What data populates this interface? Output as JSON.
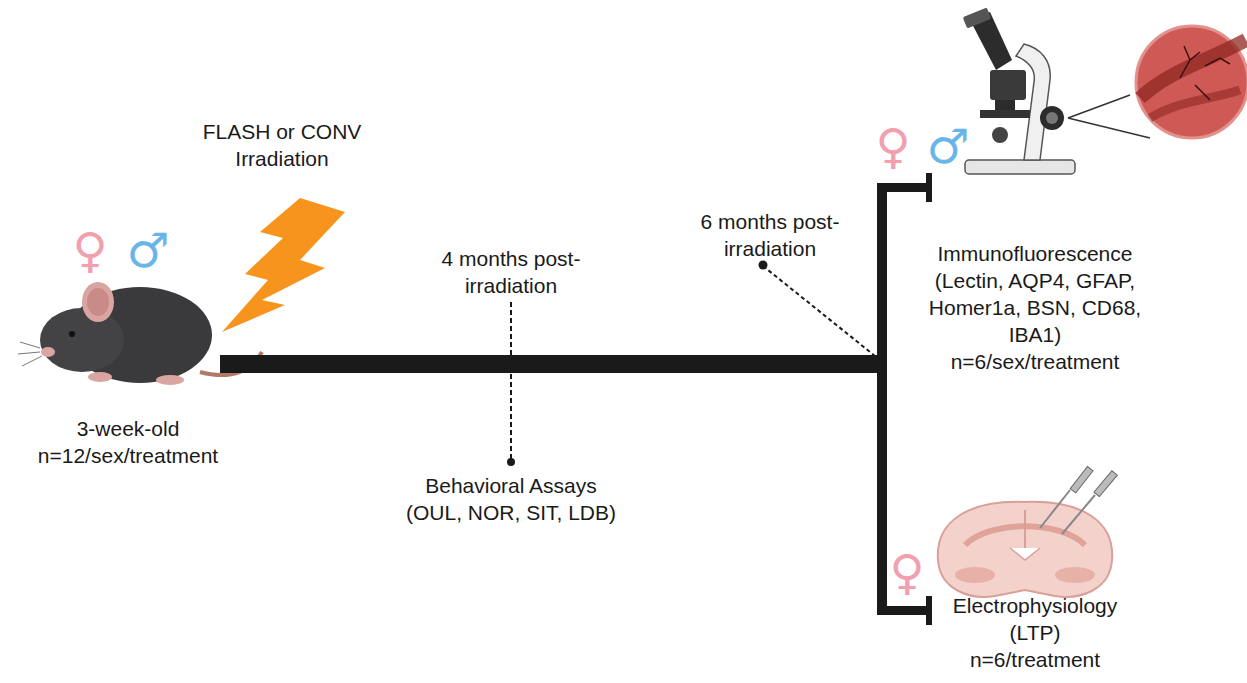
{
  "diagram": {
    "labels": [
      "♀",
      "♂",
      "FLASH or CONV Irradiation",
      "3-week-old",
      "n=12/sex/treatment",
      "4 months post-irradiation",
      "Behavioral Assays (OUL, NOR, SIT, LDB)",
      "6 months post-irradiation",
      "♀",
      "♂",
      "Immunofluorescence (Lectin, AQP4, GFAP, Homer1a, BSN, CD68, IBA1)",
      "n=6/sex/treatment",
      "Electrophysiology (LTP)",
      "♀",
      "n=6/treatment"
    ]
  }
}
